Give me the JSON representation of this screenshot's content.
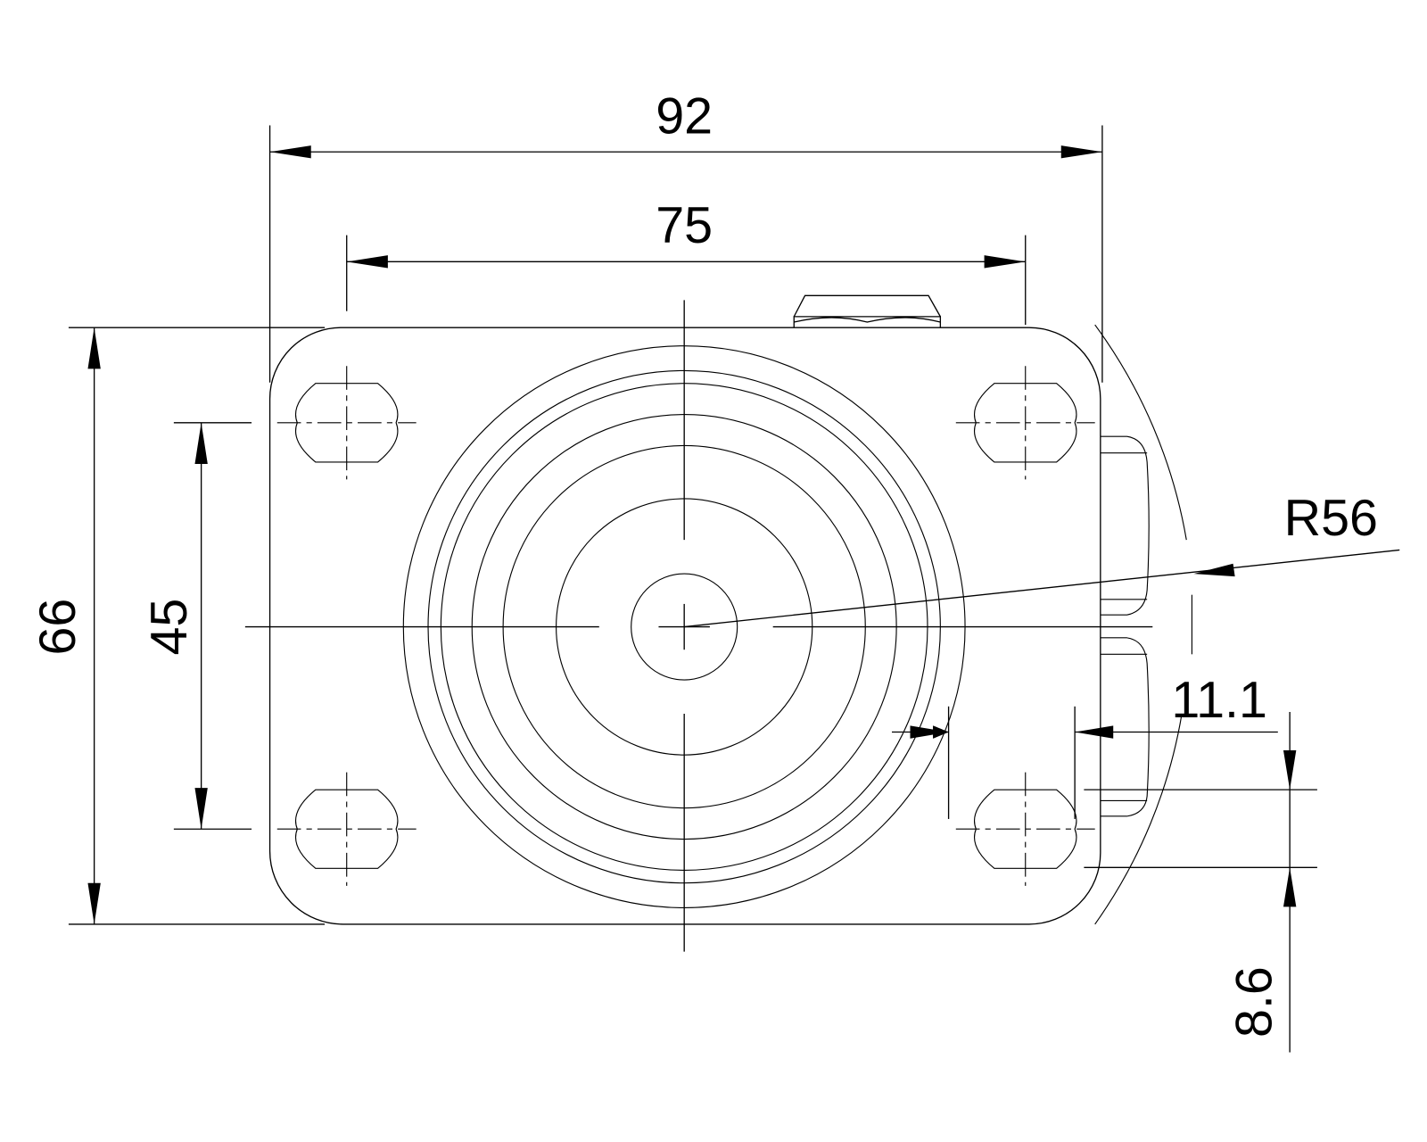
{
  "drawing": {
    "dimensions": {
      "overall_width": "92",
      "hole_spacing_width": "75",
      "overall_height": "66",
      "hole_spacing_height": "45",
      "swivel_radius": "R56",
      "slot_width": "11.1",
      "offset": "8.6"
    },
    "line_color": "#000000",
    "background": "#ffffff"
  }
}
